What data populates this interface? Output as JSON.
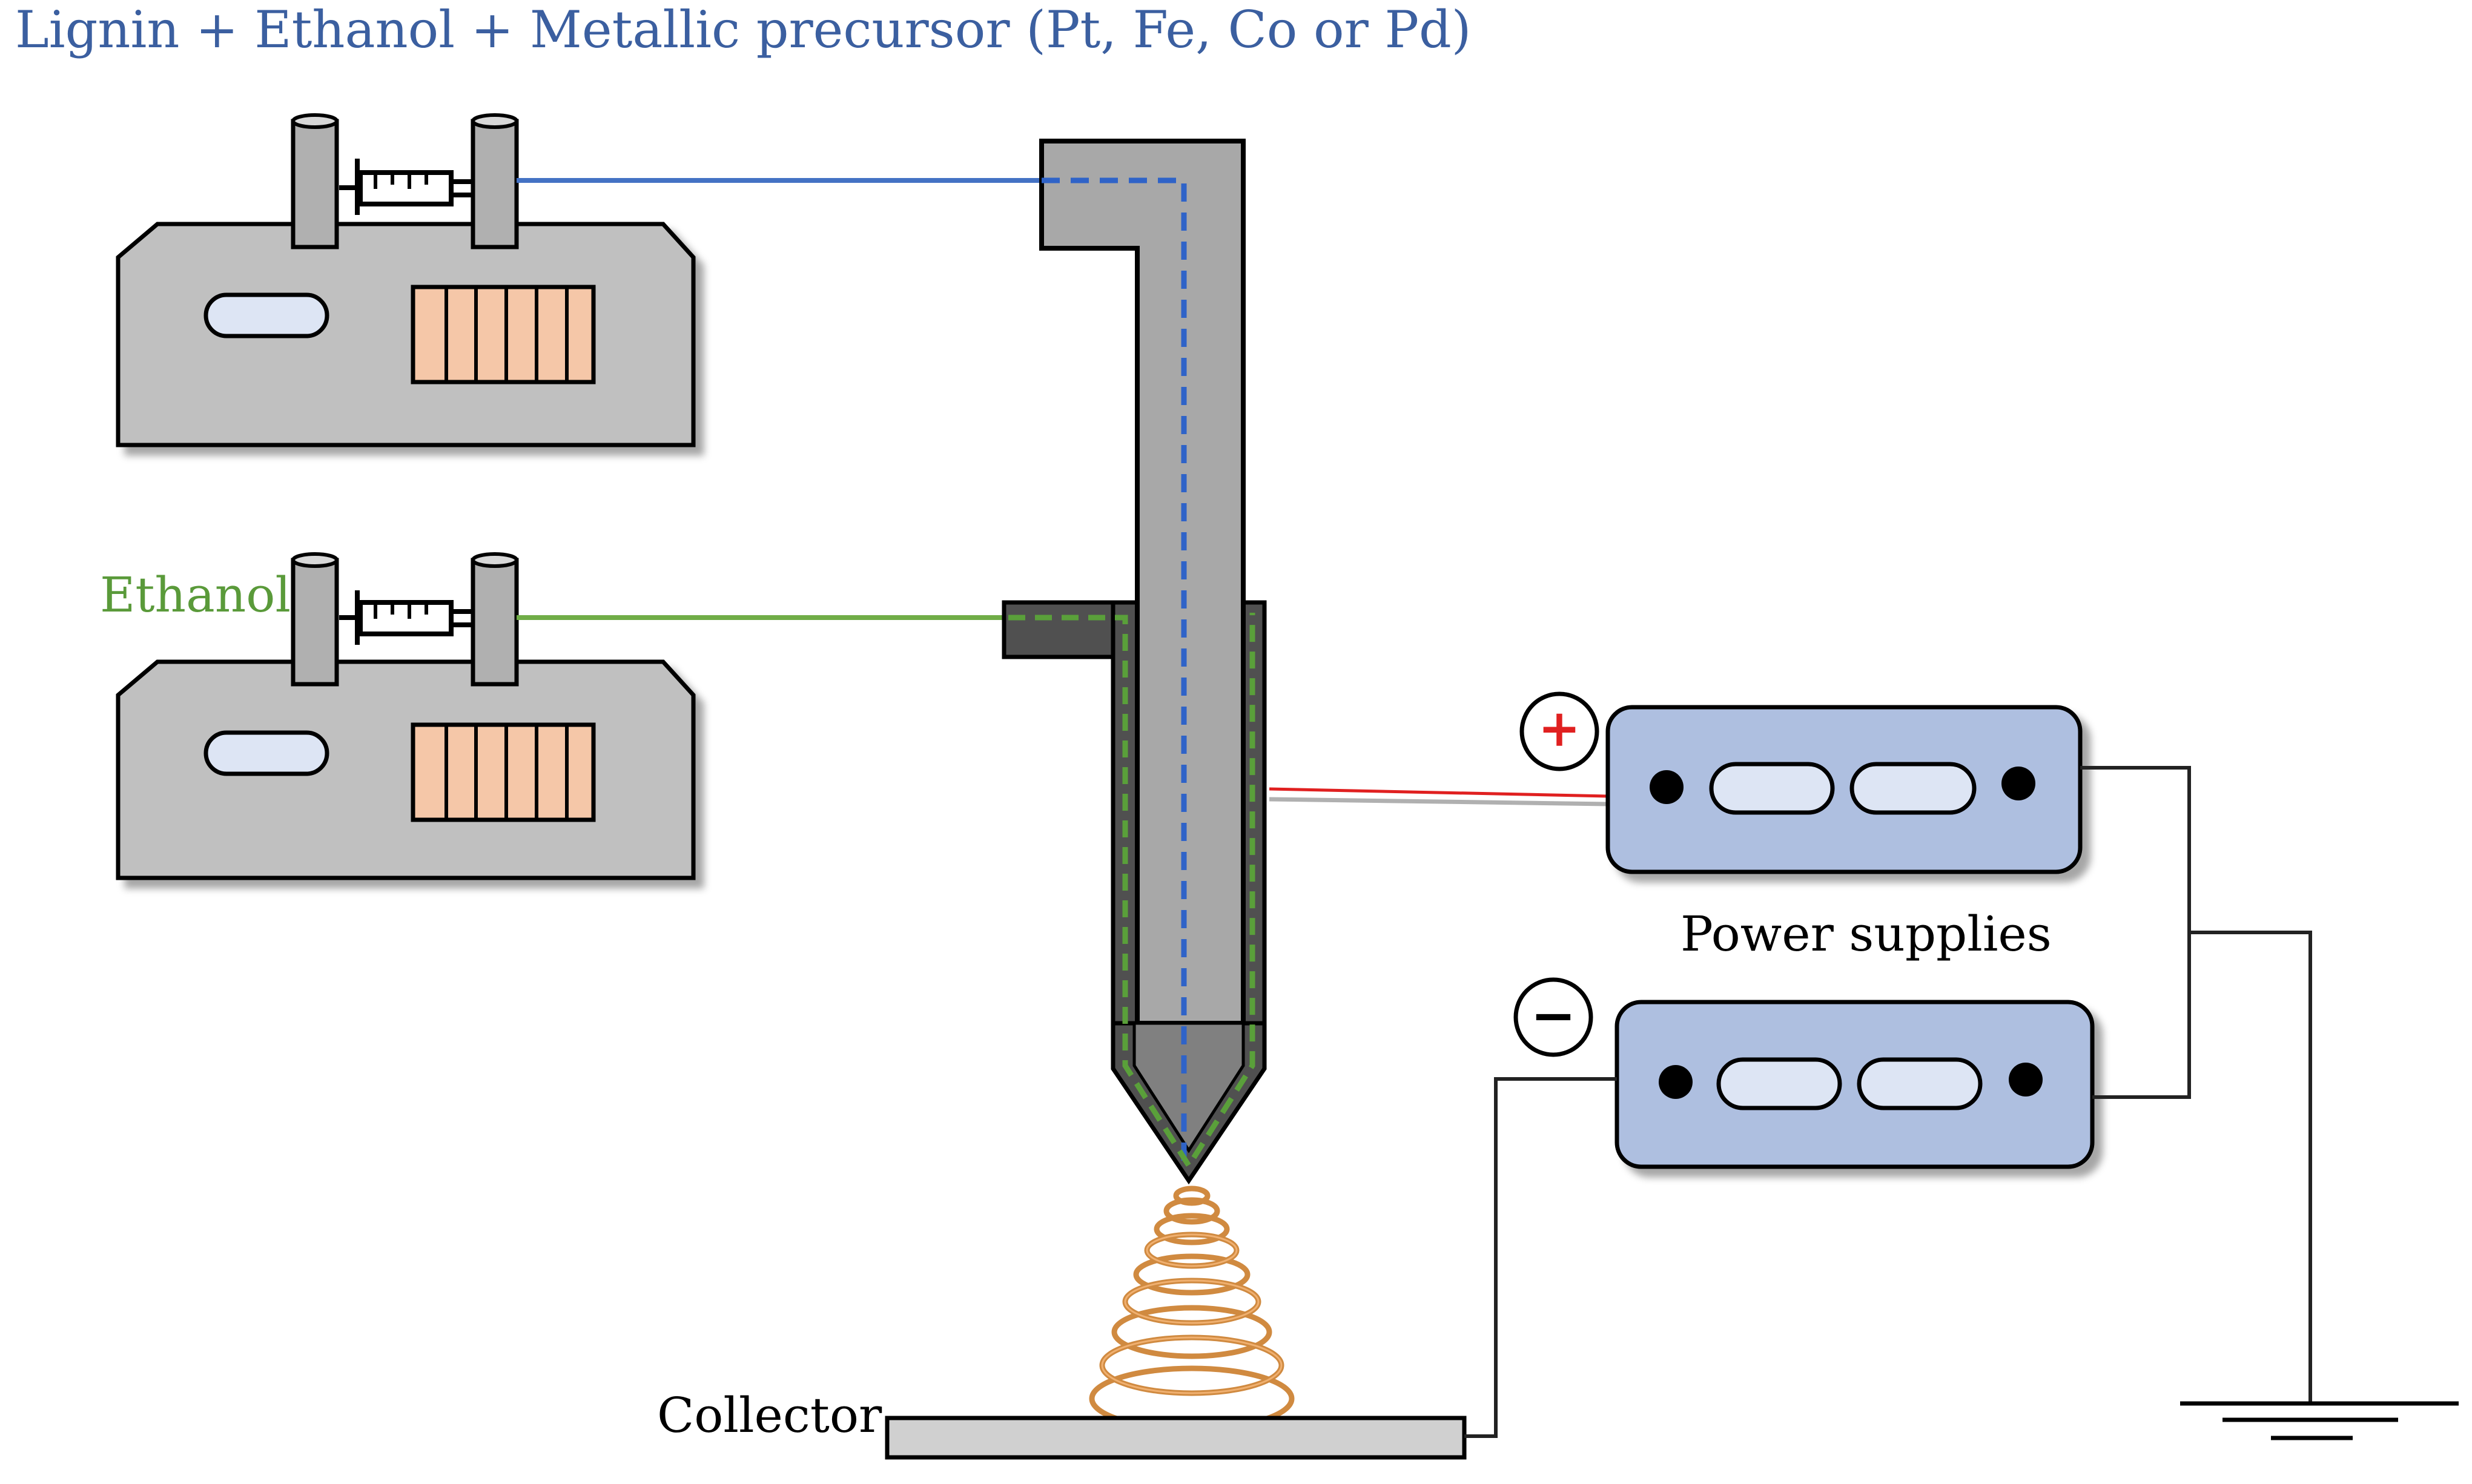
{
  "labels": {
    "title": "Lignin + Ethanol + Metallic precursor (Pt, Fe, Co or Pd)",
    "ethanol": "Ethanol",
    "power_supplies": "Power supplies",
    "collector": "Collector",
    "plus_sign": "+",
    "minus_sign": "−"
  },
  "colors": {
    "title_blue": "#3b5fa0",
    "ethanol_green": "#5a9a3a",
    "pump_gray": "#c0c0c0",
    "tube_gray": "#a8a8a8",
    "dark_gray": "#505050",
    "power_blue": "#aebfe0",
    "slot_blue": "#dde5f4",
    "keypad_peach": "#f5c7a8",
    "fiber_orange": "#d08a40",
    "red_wire": "#e02020"
  },
  "icons": [
    "syringe-icon",
    "ground-icon",
    "plus-icon",
    "minus-icon"
  ]
}
